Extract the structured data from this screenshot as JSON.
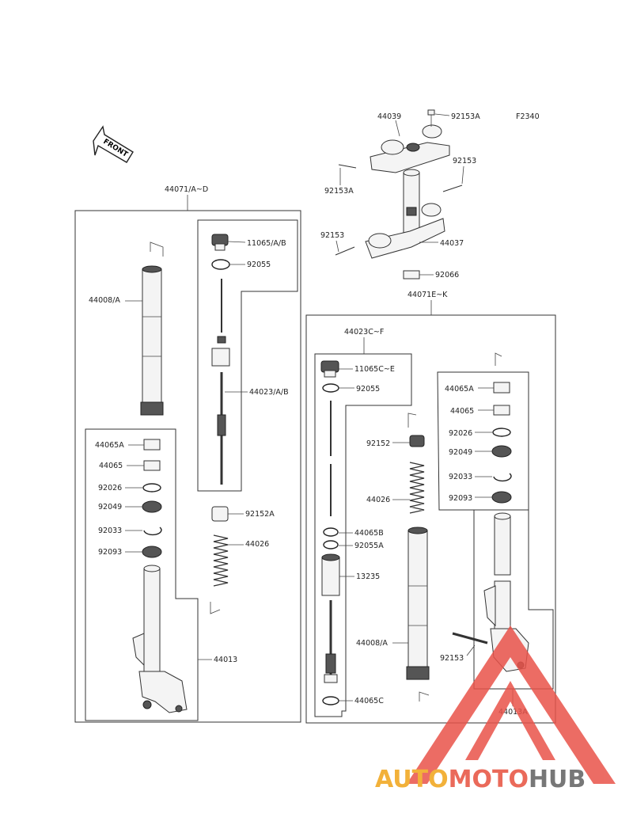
{
  "figure_code": "F2340",
  "front_arrow_text": "FRONT",
  "labels": {
    "l_44039": "44039",
    "l_92153A_top": "92153A",
    "l_92153_right": "92153",
    "l_92153A_left": "92153A",
    "l_92153_left": "92153",
    "l_44037": "44037",
    "l_92066": "92066",
    "l_44071AD": "44071/A~D",
    "l_44071EK": "44071E~K",
    "l_11065AB": "11065/A/B",
    "l_92055_a": "92055",
    "l_44008A_left": "44008/A",
    "l_44023AB": "44023/A/B",
    "l_44065A_left": "44065A",
    "l_44065_left": "44065",
    "l_92026_left": "92026",
    "l_92049_left": "92049",
    "l_92033_left": "92033",
    "l_92093_left": "92093",
    "l_92152A": "92152A",
    "l_44026_left": "44026",
    "l_44013": "44013",
    "l_44023CF": "44023C~F",
    "l_11065CE": "11065C~E",
    "l_92055_b": "92055",
    "l_92152": "92152",
    "l_44026_mid": "44026",
    "l_44065B": "44065B",
    "l_92055A": "92055A",
    "l_13235": "13235",
    "l_44008A_mid": "44008/A",
    "l_44065C": "44065C",
    "l_44065A_right": "44065A",
    "l_44065_right": "44065",
    "l_92026_right": "92026",
    "l_92049_right": "92049",
    "l_92033_right": "92033",
    "l_92093_right": "92093",
    "l_92153_lower": "92153",
    "l_44013A": "44013A"
  },
  "watermark": {
    "part1": "AUTO",
    "part2": "MOTO",
    "part3": "HUB",
    "color_auto": "#f2b13a",
    "color_moto": "#ea6a5a",
    "color_hub": "#777777",
    "triangle_color": "#e9534a"
  }
}
